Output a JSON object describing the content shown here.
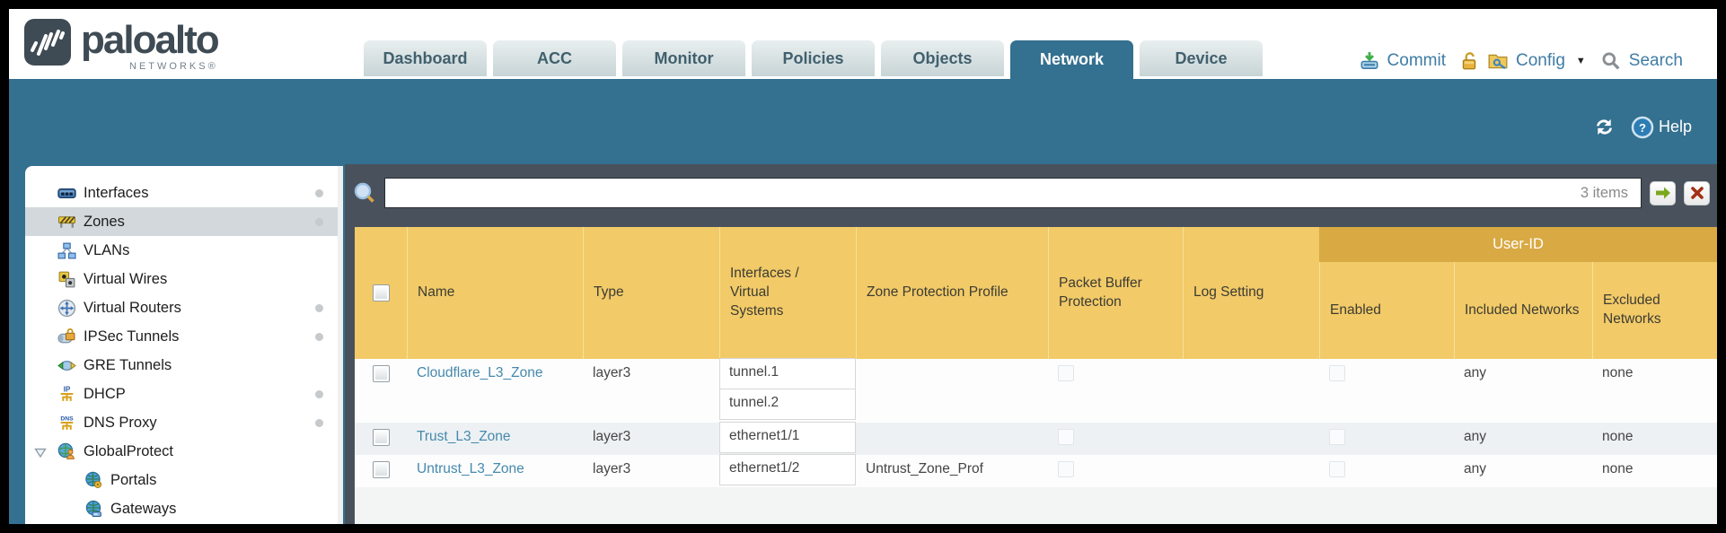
{
  "brand": {
    "name": "paloalto",
    "sub": "NETWORKS®"
  },
  "nav": {
    "tabs": [
      {
        "label": "Dashboard",
        "active": false
      },
      {
        "label": "ACC",
        "active": false
      },
      {
        "label": "Monitor",
        "active": false
      },
      {
        "label": "Policies",
        "active": false
      },
      {
        "label": "Objects",
        "active": false
      },
      {
        "label": "Network",
        "active": true
      },
      {
        "label": "Device",
        "active": false
      }
    ],
    "actions": {
      "commit": "Commit",
      "config": "Config",
      "search": "Search"
    }
  },
  "toolbar": {
    "help": "Help"
  },
  "sidebar": {
    "items": [
      {
        "label": "Interfaces",
        "icon": "interfaces-icon",
        "dot": true
      },
      {
        "label": "Zones",
        "icon": "zones-icon",
        "dot": true,
        "selected": true
      },
      {
        "label": "VLANs",
        "icon": "vlans-icon",
        "dot": false
      },
      {
        "label": "Virtual Wires",
        "icon": "virtual-wires-icon",
        "dot": false
      },
      {
        "label": "Virtual Routers",
        "icon": "virtual-routers-icon",
        "dot": true
      },
      {
        "label": "IPSec Tunnels",
        "icon": "ipsec-tunnels-icon",
        "dot": true
      },
      {
        "label": "GRE Tunnels",
        "icon": "gre-tunnels-icon",
        "dot": false
      },
      {
        "label": "DHCP",
        "icon": "dhcp-icon",
        "dot": true
      },
      {
        "label": "DNS Proxy",
        "icon": "dns-proxy-icon",
        "dot": true
      },
      {
        "label": "GlobalProtect",
        "icon": "globalprotect-icon",
        "dot": false,
        "expanded": true
      },
      {
        "label": "Portals",
        "icon": "portals-icon",
        "dot": false,
        "indent": 1
      },
      {
        "label": "Gateways",
        "icon": "gateways-icon",
        "dot": false,
        "indent": 1
      }
    ]
  },
  "search": {
    "value": "",
    "count": "3 items"
  },
  "table": {
    "group_header": "User-ID",
    "columns": [
      "Name",
      "Type",
      "Interfaces / Virtual Systems",
      "Zone Protection Profile",
      "Packet Buffer Protection",
      "Log Setting",
      "Enabled",
      "Included Networks",
      "Excluded Networks"
    ],
    "rows": [
      {
        "name": "Cloudflare_L3_Zone",
        "type": "layer3",
        "interfaces": [
          "tunnel.1",
          "tunnel.2"
        ],
        "zone_protection_profile": "",
        "packet_buffer_protection": false,
        "log_setting": "",
        "user_id_enabled": false,
        "included_networks": "any",
        "excluded_networks": "none"
      },
      {
        "name": "Trust_L3_Zone",
        "type": "layer3",
        "interfaces": [
          "ethernet1/1"
        ],
        "zone_protection_profile": "",
        "packet_buffer_protection": false,
        "log_setting": "",
        "user_id_enabled": false,
        "included_networks": "any",
        "excluded_networks": "none"
      },
      {
        "name": "Untrust_L3_Zone",
        "type": "layer3",
        "interfaces": [
          "ethernet1/2"
        ],
        "zone_protection_profile": "Untrust_Zone_Prof",
        "packet_buffer_protection": false,
        "log_setting": "",
        "user_id_enabled": false,
        "included_networks": "any",
        "excluded_networks": "none"
      }
    ]
  },
  "colors": {
    "accent_teal": "#34708f",
    "header_orange": "#f2ca68",
    "group_orange": "#d9a943",
    "link_blue": "#4589ad",
    "pane_slate": "#49525c"
  }
}
